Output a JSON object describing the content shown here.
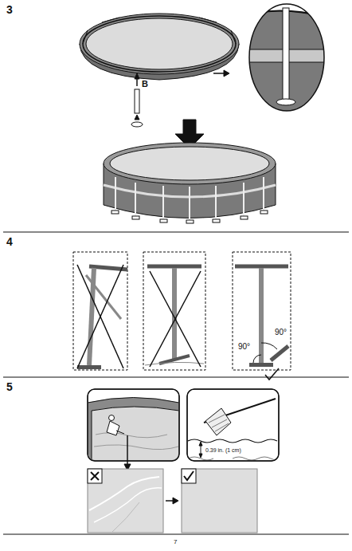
{
  "diagram": {
    "labels": [
      "3",
      "B",
      "4",
      "90°",
      "90°",
      "5",
      "0.39 in. (1 cm)",
      "7"
    ]
  }
}
